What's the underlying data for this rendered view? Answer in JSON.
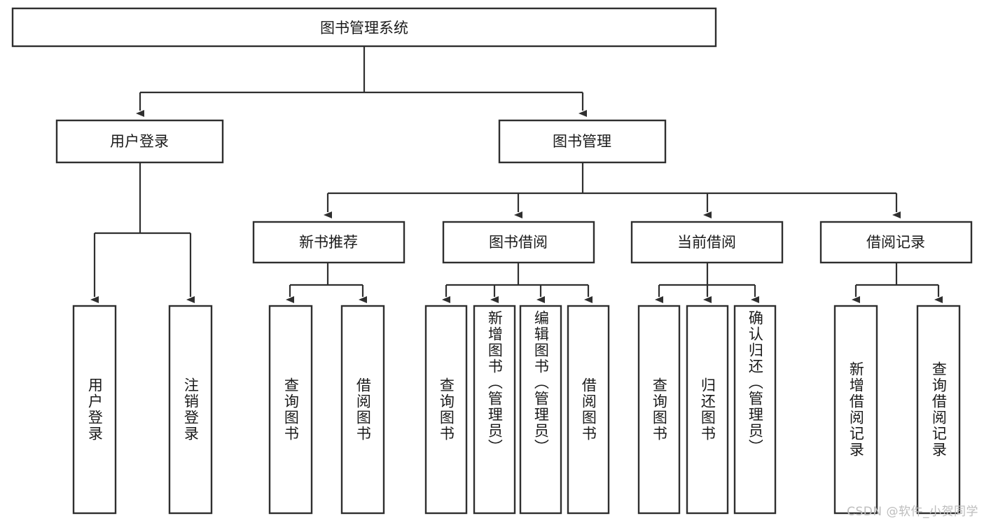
{
  "diagram": {
    "type": "tree",
    "title": "图书管理系统",
    "watermark": "CSDN @软件_小贺同学",
    "colors": {
      "box_stroke": "#2f2f2f",
      "box_fill": "#ffffff",
      "connector": "#2f2f2f",
      "text": "#1a1a1a",
      "watermark": "#bdbdbd",
      "background": "#ffffff"
    },
    "root": {
      "label": "图书管理系统",
      "level": 0
    },
    "level2": [
      {
        "label": "用户登录"
      },
      {
        "label": "图书管理"
      }
    ],
    "level3": [
      {
        "label": "新书推荐"
      },
      {
        "label": "图书借阅"
      },
      {
        "label": "当前借阅"
      },
      {
        "label": "借阅记录"
      }
    ],
    "leaves": {
      "user_login": [
        {
          "label": "用户登录"
        },
        {
          "label": "注销登录"
        }
      ],
      "new_book_recommend": [
        {
          "label": "查询图书"
        },
        {
          "label": "借阅图书"
        }
      ],
      "book_borrow": [
        {
          "label": "查询图书"
        },
        {
          "label": "新增图书（管理员）"
        },
        {
          "label": "编辑图书（管理员）"
        },
        {
          "label": "借阅图书"
        }
      ],
      "current_borrow": [
        {
          "label": "查询图书"
        },
        {
          "label": "归还图书"
        },
        {
          "label": "确认归还（管理员）"
        }
      ],
      "borrow_record": [
        {
          "label": "新增借阅记录"
        },
        {
          "label": "查询借阅记录"
        }
      ]
    }
  }
}
